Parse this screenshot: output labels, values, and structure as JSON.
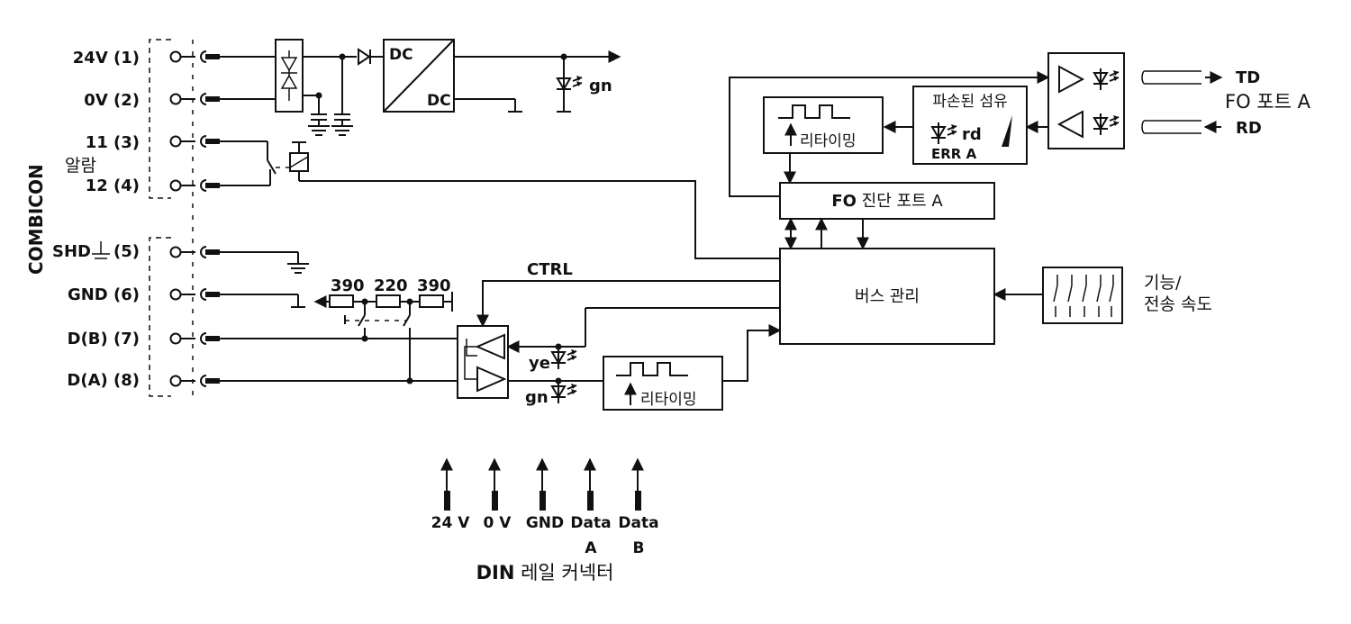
{
  "terminals": [
    {
      "label": "24V (1)"
    },
    {
      "label": "0V (2)"
    },
    {
      "label": "11 (3)"
    },
    {
      "label": "12 (4)"
    },
    {
      "label": "SHD"
    },
    {
      "label": "(5)"
    },
    {
      "label": "GND (6)"
    },
    {
      "label": "D(B) (7)"
    },
    {
      "label": "D(A) (8)"
    }
  ],
  "combicon_label": "COMBICON",
  "alarm_label": "알람",
  "power": {
    "dc_in": "DC",
    "dc_out": "DC",
    "led_gn": "gn"
  },
  "resistors": {
    "r1": "390",
    "r2": "220",
    "r3": "390"
  },
  "ctrl_label": "CTRL",
  "rs485_leds": {
    "ye": "ye",
    "gn": "gn"
  },
  "retiming": {
    "top": "리타이밍",
    "bottom": "리타이밍"
  },
  "broken_fiber": {
    "title": "파손된 섬유",
    "led_rd": "rd",
    "err": "ERR A"
  },
  "fo_diag": {
    "bold": "FO",
    "rest": "진단 포트 A"
  },
  "bus_mgmt": "버스 관리",
  "fo_port": {
    "td": "TD",
    "rd": "RD",
    "title": "FO 포트 A"
  },
  "dip": {
    "line1": "기능/",
    "line2": "전송 속도"
  },
  "din": {
    "pins": [
      "24 V",
      "0 V",
      "GND",
      "Data",
      "Data"
    ],
    "pin_sub": [
      "A",
      "B"
    ],
    "title_bold": "DIN",
    "title_rest": "레일 커넥터"
  },
  "colors": {
    "line": "#111111",
    "background": "#ffffff"
  }
}
